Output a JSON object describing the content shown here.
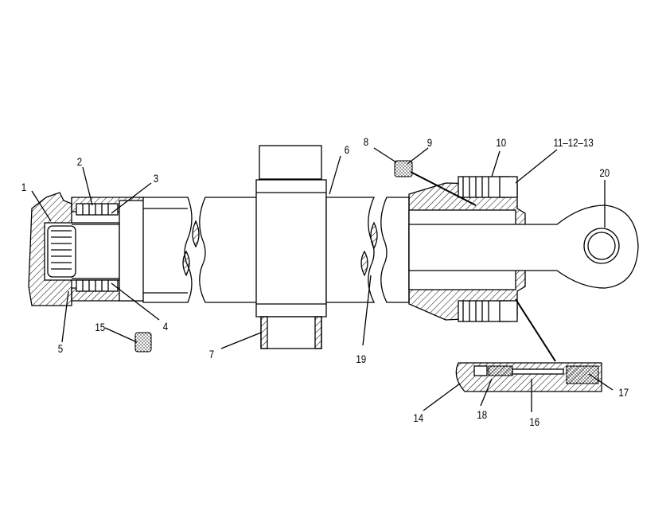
{
  "callouts": [
    {
      "id": "c1",
      "text": "1"
    },
    {
      "id": "c2",
      "text": "2"
    },
    {
      "id": "c3",
      "text": "3"
    },
    {
      "id": "c4",
      "text": "4"
    },
    {
      "id": "c5",
      "text": "5"
    },
    {
      "id": "c6",
      "text": "6"
    },
    {
      "id": "c7",
      "text": "7"
    },
    {
      "id": "c8",
      "text": "8"
    },
    {
      "id": "c9",
      "text": "9"
    },
    {
      "id": "c10",
      "text": "10"
    },
    {
      "id": "c11",
      "text": "11–12–13"
    },
    {
      "id": "c14",
      "text": "14"
    },
    {
      "id": "c15",
      "text": "15"
    },
    {
      "id": "c16",
      "text": "16"
    },
    {
      "id": "c17",
      "text": "17"
    },
    {
      "id": "c18",
      "text": "18"
    },
    {
      "id": "c19",
      "text": "19"
    },
    {
      "id": "c20",
      "text": "20"
    }
  ],
  "colors": {
    "ink": "#000000",
    "paper": "#ffffff"
  }
}
